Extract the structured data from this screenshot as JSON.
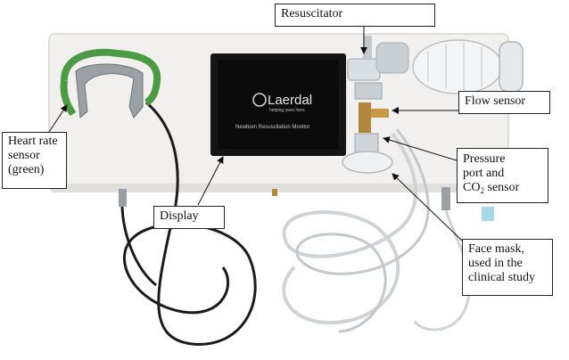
{
  "image": {
    "description_colors": {
      "panel": "#f1f0ee",
      "panel_edge": "#d8d6d2",
      "sensor_green": "#4c9a43",
      "cable_black": "#1b1b1b",
      "tube_clear": "#cfd3d6",
      "brass": "#b0863a"
    }
  },
  "screen": {
    "brand": "Laerdal",
    "tagline": "helping save lives",
    "product": "Newborn Resuscitation Monitor"
  },
  "labels": {
    "resuscitator": "Resuscitator",
    "flow_sensor": "Flow sensor",
    "heart_rate": [
      "Heart rate",
      "sensor",
      "(green)"
    ],
    "display": "Display",
    "pressure": {
      "line1": "Pressure",
      "line2": "port and",
      "line3_prefix": "CO",
      "line3_sub": "2",
      "line3_suffix": " sensor"
    },
    "face_mask": [
      "Face mask,",
      "used in the",
      "clinical study"
    ]
  }
}
